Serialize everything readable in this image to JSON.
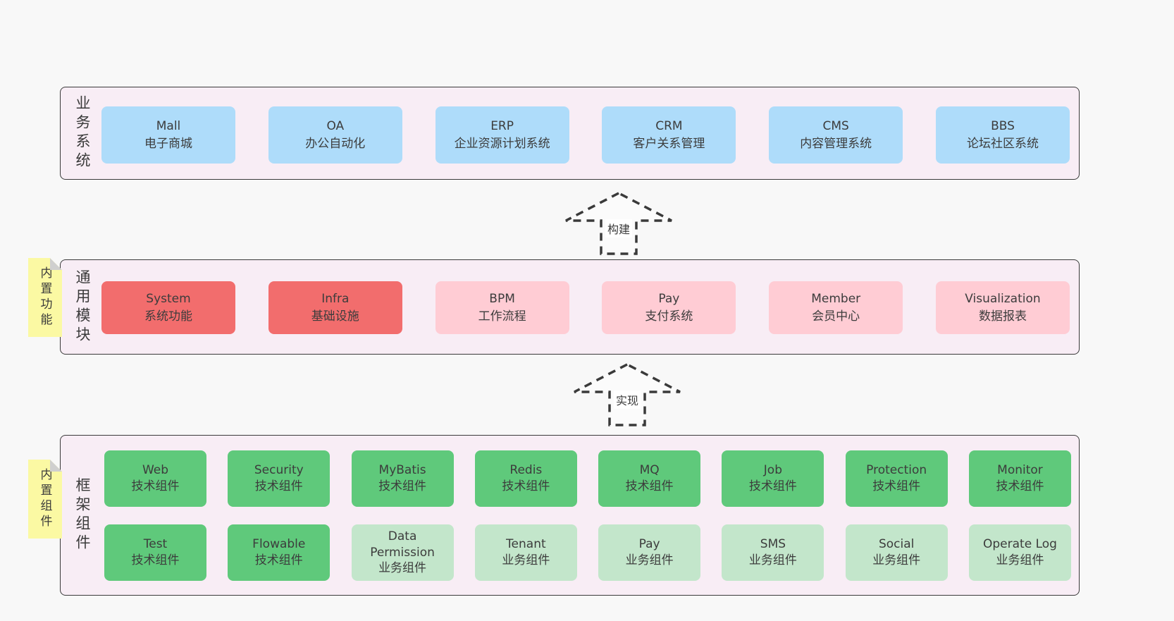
{
  "colors": {
    "background": "#f8f8f8",
    "panel_fill": "#f8edf5",
    "panel_border": "#3a3a3a",
    "business_box": "#aedcfa",
    "core_module_box": "#f26d6d",
    "optional_module_box": "#ffccd4",
    "tech_component_box": "#5fc97b",
    "biz_component_box": "#c3e6cb",
    "note_fill": "#fbf9a3",
    "text": "#3a3a3a"
  },
  "sections": {
    "business": {
      "label": "业务系统",
      "boxes": [
        {
          "title": "Mall",
          "subtitle": "电子商城"
        },
        {
          "title": "OA",
          "subtitle": "办公自动化"
        },
        {
          "title": "ERP",
          "subtitle": "企业资源计划系统"
        },
        {
          "title": "CRM",
          "subtitle": "客户关系管理"
        },
        {
          "title": "CMS",
          "subtitle": "内容管理系统"
        },
        {
          "title": "BBS",
          "subtitle": "论坛社区系统"
        }
      ]
    },
    "modules": {
      "label": "通用模块",
      "note": "内置功能",
      "boxes": [
        {
          "title": "System",
          "subtitle": "系统功能",
          "variant": "core"
        },
        {
          "title": "Infra",
          "subtitle": "基础设施",
          "variant": "core"
        },
        {
          "title": "BPM",
          "subtitle": "工作流程",
          "variant": "optional"
        },
        {
          "title": "Pay",
          "subtitle": "支付系统",
          "variant": "optional"
        },
        {
          "title": "Member",
          "subtitle": "会员中心",
          "variant": "optional"
        },
        {
          "title": "Visualization",
          "subtitle": "数据报表",
          "variant": "optional"
        }
      ]
    },
    "components": {
      "label": "框架组件",
      "note": "内置组件",
      "rows": [
        [
          {
            "title": "Web",
            "subtitle": "技术组件",
            "variant": "tech"
          },
          {
            "title": "Security",
            "subtitle": "技术组件",
            "variant": "tech"
          },
          {
            "title": "MyBatis",
            "subtitle": "技术组件",
            "variant": "tech"
          },
          {
            "title": "Redis",
            "subtitle": "技术组件",
            "variant": "tech"
          },
          {
            "title": "MQ",
            "subtitle": "技术组件",
            "variant": "tech"
          },
          {
            "title": "Job",
            "subtitle": "技术组件",
            "variant": "tech"
          },
          {
            "title": "Protection",
            "subtitle": "技术组件",
            "variant": "tech"
          },
          {
            "title": "Monitor",
            "subtitle": "技术组件",
            "variant": "tech"
          }
        ],
        [
          {
            "title": "Test",
            "subtitle": "技术组件",
            "variant": "tech"
          },
          {
            "title": "Flowable",
            "subtitle": "技术组件",
            "variant": "tech"
          },
          {
            "title": "Data Permission",
            "subtitle": "业务组件",
            "variant": "biz"
          },
          {
            "title": "Tenant",
            "subtitle": "业务组件",
            "variant": "biz"
          },
          {
            "title": "Pay",
            "subtitle": "业务组件",
            "variant": "biz"
          },
          {
            "title": "SMS",
            "subtitle": "业务组件",
            "variant": "biz"
          },
          {
            "title": "Social",
            "subtitle": "业务组件",
            "variant": "biz"
          },
          {
            "title": "Operate Log",
            "subtitle": "业务组件",
            "variant": "biz"
          }
        ]
      ]
    }
  },
  "arrows": [
    {
      "label": "构建"
    },
    {
      "label": "实现"
    }
  ]
}
